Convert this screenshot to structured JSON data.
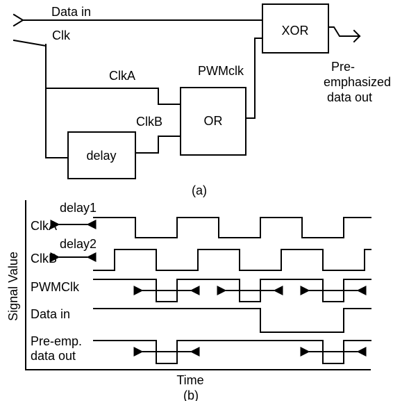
{
  "circuit": {
    "data_in": "Data in",
    "clk": "Clk",
    "clka": "ClkA",
    "clkb": "ClkB",
    "pwmclk": "PWMclk",
    "delay_block": "delay",
    "or_gate": "OR",
    "xor_gate": "XOR",
    "output_line1": "Pre-",
    "output_line2": "emphasized",
    "output_line3": "data out",
    "caption": "(a)"
  },
  "timing": {
    "y_axis": "Signal Value",
    "x_axis": "Time",
    "caption": "(b)",
    "delay1": "delay1",
    "delay2": "delay2",
    "signals": [
      {
        "name": "ClkA",
        "label": "ClkA",
        "levels": [
          1,
          0,
          1,
          0,
          1,
          0,
          1
        ],
        "edges": [
          "start",
          195,
          255,
          315,
          375,
          435,
          495,
          "end"
        ]
      },
      {
        "name": "ClkB",
        "label": "ClkB",
        "levels": [
          0,
          1,
          0,
          1,
          0,
          1,
          0,
          1
        ],
        "edges": [
          "start",
          165,
          225,
          285,
          345,
          405,
          465,
          525,
          "end"
        ]
      },
      {
        "name": "PWMClk",
        "label": "PWMClk",
        "levels": [
          1,
          0,
          1,
          0,
          1,
          0,
          1
        ],
        "edges": [
          "start",
          225,
          255,
          345,
          375,
          465,
          495,
          "end"
        ]
      },
      {
        "name": "Data in",
        "label": "Data in",
        "levels": [
          1,
          0,
          1
        ],
        "edges": [
          "start",
          375,
          495,
          "end"
        ]
      },
      {
        "name": "Pre-emp. data out",
        "label_line1": "Pre-emp.",
        "label_line2": "data out",
        "levels": [
          1,
          0,
          1,
          0,
          1
        ],
        "edges": [
          "start",
          225,
          255,
          465,
          495,
          "end"
        ]
      }
    ]
  }
}
